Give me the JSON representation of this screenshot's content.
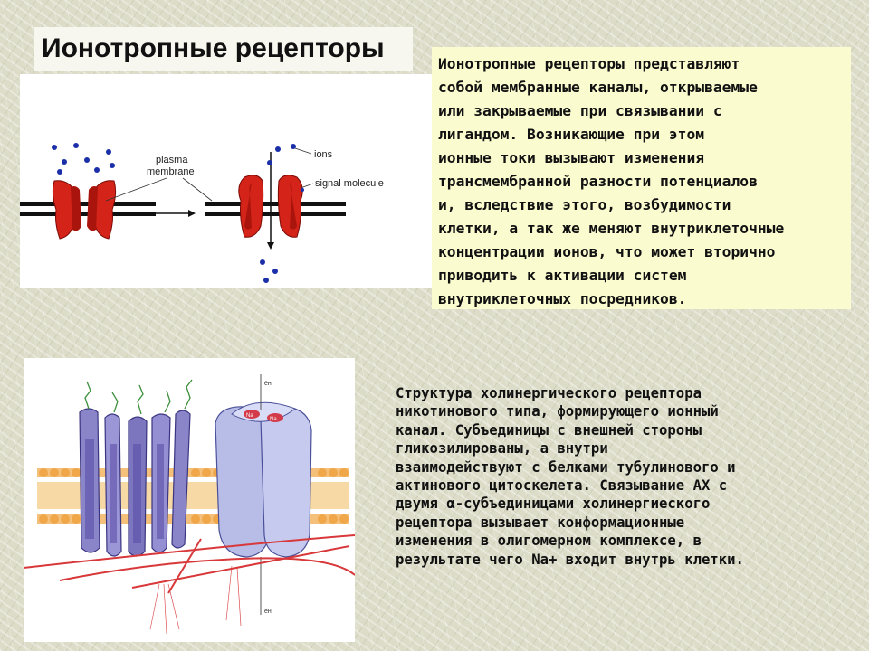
{
  "slide": {
    "title": "Ионотропные рецепторы",
    "description1": "Ионотропные рецепторы представляют\nсобой мембранные каналы, открываемые\nили закрываемые при связывании с\nлигандом. Возникающие при этом\nионные токи вызывают изменения\nтрансмембранной разности потенциалов\nи, вследствие этого, возбудимости\nклетки, а так же меняют внутриклеточные\nконцентрации ионов, что может вторично\nприводить к активации систем\nвнутриклеточных посредников.",
    "description2": "Структура холинергического рецептора\nникотинового типа, формирующего ионный\nканал. Субъединицы с внешней стороны\nгликозилированы, а внутри\nвзаимодействуют с белками тубулинового и\nактинового цитоскелета. Связывание АХ с\nдвумя α-субъединицами холинергиеского\nрецептора вызывает конформационные\nизменения в олигомерном комплексе, в\nрезультате чего Na+ входит внутрь клетки."
  },
  "figure1": {
    "label_plasma": "plasma",
    "label_membrane": "membrane",
    "label_ions": "ions",
    "label_signal": "signal molecule"
  },
  "figure2": {
    "ion_label_top": "ён",
    "ion_label_bottom": "ён",
    "site_label_1": "Na",
    "site_label_2": "Na"
  }
}
